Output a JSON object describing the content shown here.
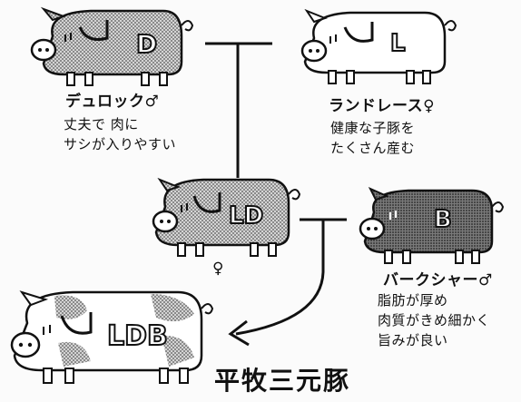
{
  "breeds": {
    "duroc": {
      "letter": "D",
      "name": "デュロック",
      "sex_symbol": "♂",
      "desc": [
        "丈夫で 肉に",
        "サシが入りやすい"
      ]
    },
    "landrace": {
      "letter": "L",
      "name": "ランドレース",
      "sex_symbol": "♀",
      "desc": [
        "健康な子豚を",
        "たくさん産む"
      ]
    },
    "ld": {
      "letter": "LD",
      "sex_symbol": "♀"
    },
    "berkshire": {
      "letter": "B",
      "name": "バークシャー",
      "sex_symbol": "♂",
      "desc": [
        "脂肪が厚め",
        "肉質がきめ細かく",
        "旨みが良い"
      ]
    },
    "ldb": {
      "letter": "LDB"
    }
  },
  "title": "平牧三元豚",
  "colors": {
    "ink": "#111111",
    "paper": "#fbfbfb",
    "dotted": "#a9a9a9",
    "dark": "#6e6e6e"
  }
}
